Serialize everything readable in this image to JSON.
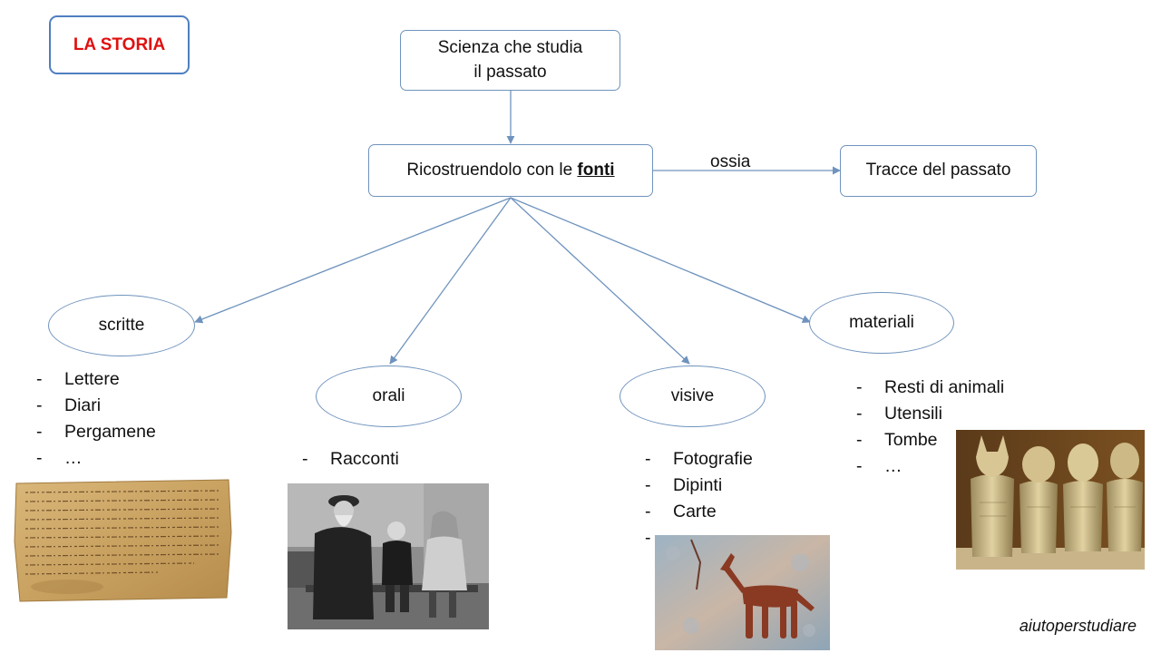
{
  "title": "LA STORIA",
  "nodes": {
    "definition": "Scienza che studia\nil passato",
    "method_prefix": "Ricostruendolo con le ",
    "method_keyword": "fonti",
    "traces": "Tracce del passato",
    "link_label": "ossia"
  },
  "categories": {
    "scritte": {
      "label": "scritte",
      "items": [
        "Lettere",
        "Diari",
        "Pergamene",
        "…"
      ]
    },
    "orali": {
      "label": "orali",
      "items": [
        "Racconti"
      ]
    },
    "visive": {
      "label": "visive",
      "items": [
        "Fotografie",
        "Dipinti",
        "Carte",
        ""
      ]
    },
    "materiali": {
      "label": "materiali",
      "items": [
        "Resti di animali",
        "Utensili",
        "Tombe",
        "…"
      ]
    }
  },
  "bullet": "-",
  "images": {
    "parchment": "parchment-image",
    "storyteller": "storyteller-photo",
    "cave_painting": "cave-painting-image",
    "canopic_jars": "canopic-jars-image"
  },
  "signature": "aiutoperstudiare"
}
